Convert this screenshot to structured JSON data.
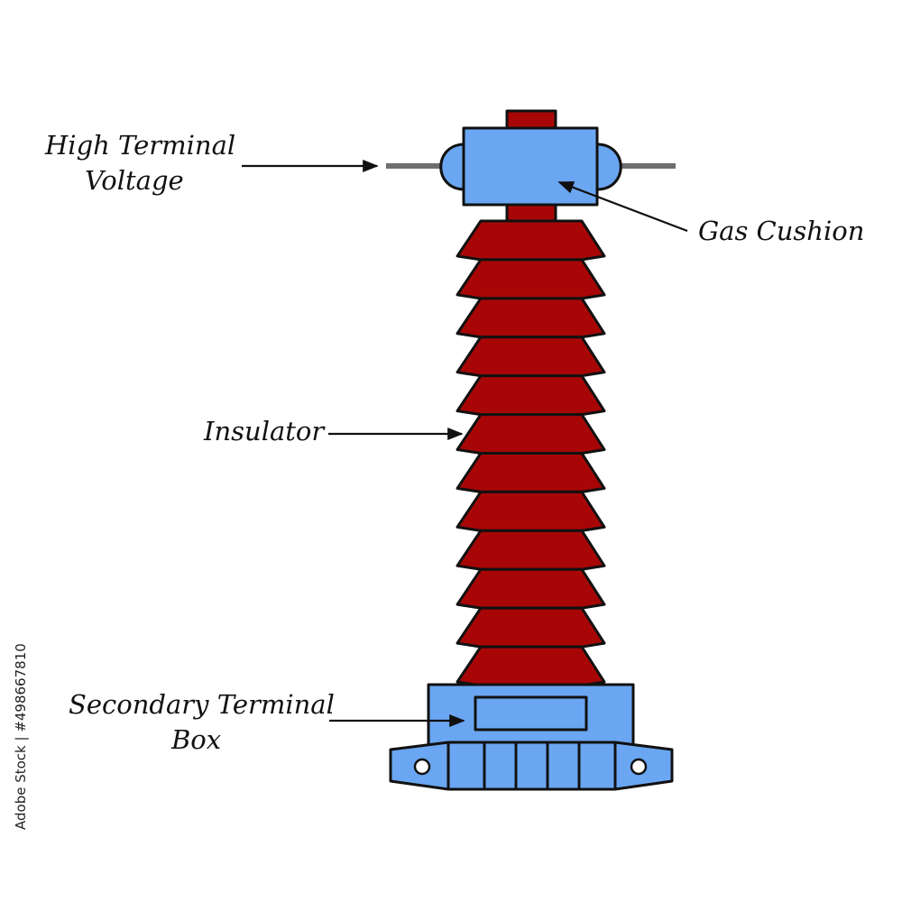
{
  "labels": {
    "high_terminal_line1": "High Terminal",
    "high_terminal_line2": "Voltage",
    "gas_cushion": "Gas Cushion",
    "insulator": "Insulator",
    "secondary_line1": "Secondary Terminal",
    "secondary_line2": "Box"
  },
  "stock_id": "Adobe Stock | #498667810",
  "colors": {
    "insulator": "#a80606",
    "metal": "#6aa6f2",
    "conductor": "#6e6e6e",
    "outline": "#111111"
  }
}
